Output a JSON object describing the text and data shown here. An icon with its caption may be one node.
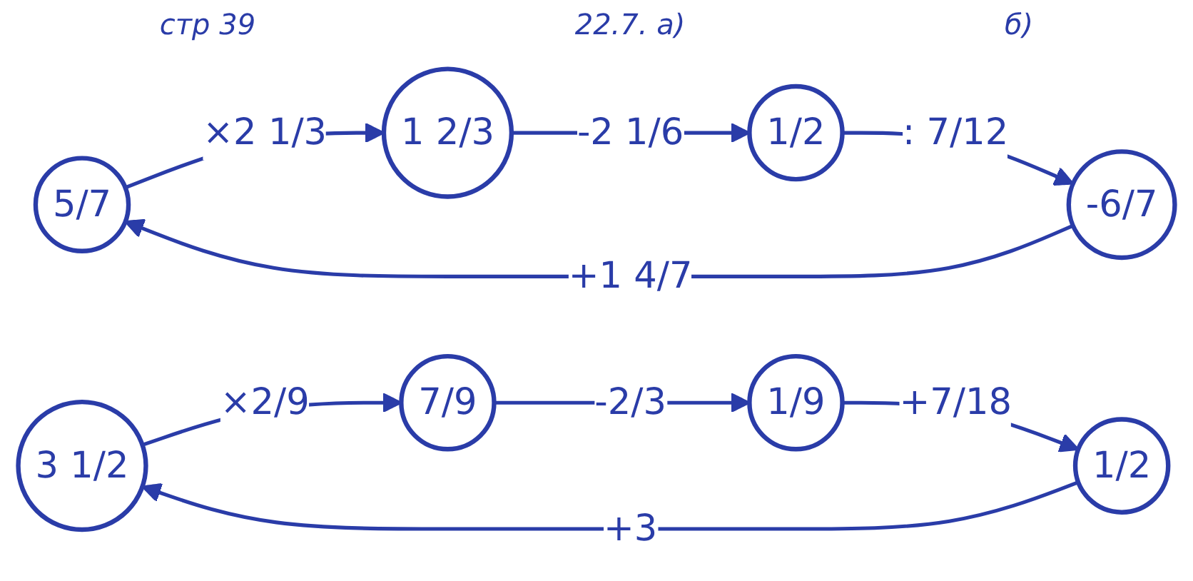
{
  "diagram": {
    "nodes": [
      {
        "text": [
          "5/7"
        ]
      },
      {
        "text": [
          "1 2/3"
        ]
      },
      {
        "text": [
          "1/2"
        ]
      },
      {
        "text": [
          "-6/7"
        ]
      },
      {
        "text": [
          "3 1/2"
        ]
      },
      {
        "text": [
          "7/9"
        ]
      },
      {
        "text": [
          "1/9"
        ]
      },
      {
        "text": [
          "1/2"
        ]
      }
    ],
    "edges": [
      {
        "from": 0,
        "to": 1,
        "arrow": "to",
        "label": "×2 1/3"
      },
      {
        "from": 1,
        "to": 2,
        "arrow": "to",
        "label": "-2 1/6"
      },
      {
        "from": 2,
        "to": 3,
        "arrow": "to",
        "label": ": 7/12"
      },
      {
        "from": 3,
        "to": 0,
        "arrow": "to",
        "label": "+1 4/7"
      },
      {
        "from": 4,
        "to": 5,
        "arrow": "to",
        "label": "×2/9"
      },
      {
        "from": 5,
        "to": 6,
        "arrow": "to",
        "label": "-2/3"
      },
      {
        "from": 6,
        "to": 7,
        "arrow": "to",
        "label": "+7/18"
      },
      {
        "from": 7,
        "to": 4,
        "arrow": "to",
        "label": "+3"
      }
    ],
    "labels": [
      "стр 39",
      "22.7. а)",
      "б)"
    ]
  }
}
